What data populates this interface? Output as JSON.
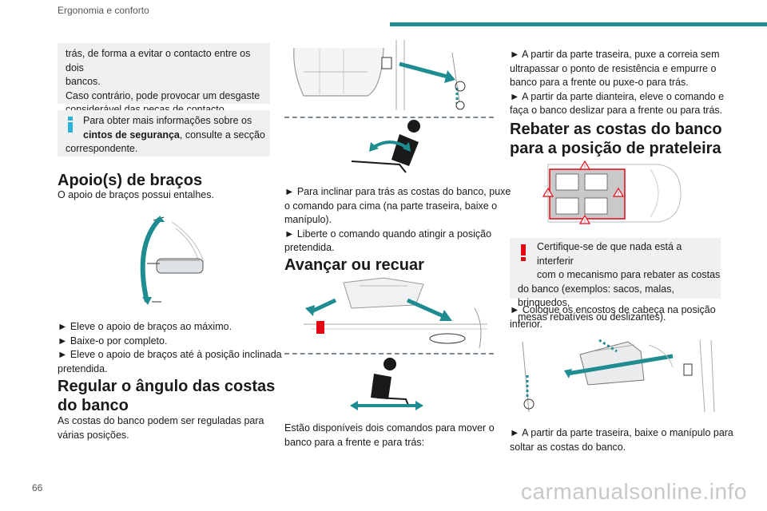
{
  "header": {
    "title": "Ergonomia e conforto"
  },
  "page_number": "66",
  "col1": {
    "box_lines": [
      "trás, de forma a evitar o contacto entre os dois",
      "bancos.",
      "Caso contrário, pode provocar um desgaste",
      "considerável das peças de contacto."
    ],
    "info_pre": "Para obter mais informações sobre os",
    "info_bold": "cintos de segurança",
    "info_post": ", consulte a secção",
    "info_last": "correspondente.",
    "armrest_heading": "Apoio(s) de braços",
    "armrest_intro": "O apoio de braços possui entalhes.",
    "armrest_steps": [
      "► Eleve o apoio de braços ao máximo.",
      "► Baixe-o por completo.",
      "► Eleve o apoio de braços até à posição inclinada",
      "pretendida."
    ],
    "angle_heading_1": "Regular o ângulo das costas",
    "angle_heading_2": "do banco",
    "angle_text": [
      "As costas do banco podem ser reguladas para",
      "várias posições."
    ]
  },
  "col2": {
    "recline_steps": [
      "► Para inclinar para trás as costas do banco, puxe",
      "o comando para cima (na parte traseira, baixe o",
      "manípulo).",
      "► Liberte o comando quando atingir a posição",
      "pretendida."
    ],
    "slide_heading": "Avançar ou recuar",
    "slide_text": [
      "Estão disponíveis dois comandos para mover o",
      "banco para a frente e para trás:"
    ]
  },
  "col3": {
    "top_steps": [
      "► A partir da parte traseira, puxe a correia sem",
      "ultrapassar o ponto de resistência e empurre o",
      "banco para a frente ou puxe-o para trás.",
      "► A partir da parte dianteira, eleve o comando e",
      "faça o banco deslizar para a frente ou para trás."
    ],
    "shelf_heading_1": "Rebater as costas do banco",
    "shelf_heading_2": "para a posição de prateleira",
    "warn_lines": [
      "Certifique-se de que nada está a interferir",
      "com o mecanismo para rebater as costas",
      "do banco (exemplos: sacos, malas, brinquedos,",
      "mesas rebatíveis ou deslizantes)."
    ],
    "headrest_step": [
      "► Coloque os encostos de cabeça na posição",
      "inferior."
    ],
    "lower_step": [
      "► A partir da parte traseira, baixe o manípulo para",
      "soltar as costas do banco."
    ]
  },
  "watermark": "carmanualsonline.info",
  "colors": {
    "accent": "#1f8c92",
    "info": "#2bb3d9",
    "warn": "#e30613",
    "box": "#eef0f1",
    "arrow": "#1f8c92"
  }
}
